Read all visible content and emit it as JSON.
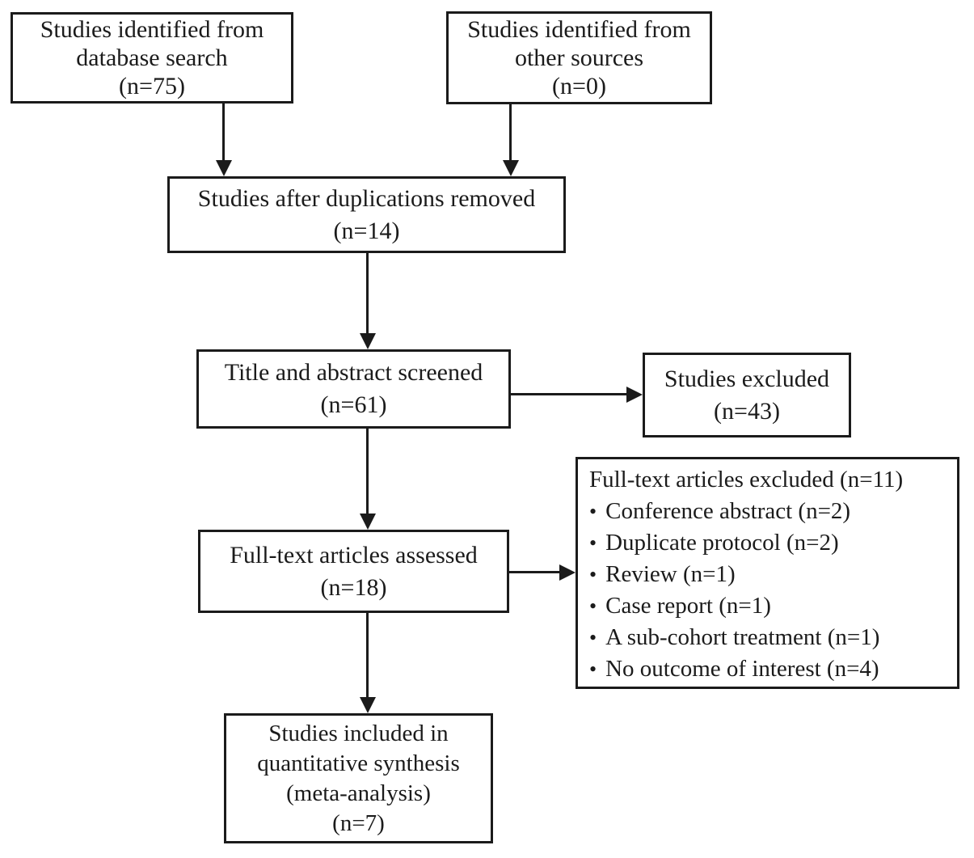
{
  "flowchart": {
    "background_color": "#ffffff",
    "line_color": "#1b1b1b",
    "bullet_glyph": "•",
    "boxes": {
      "db_search": {
        "lines": [
          "Studies identified from",
          "database search",
          "(n=75)"
        ]
      },
      "other_sources": {
        "lines": [
          "Studies identified from",
          "other sources",
          "(n=0)"
        ]
      },
      "after_dedup": {
        "lines": [
          "Studies after duplications removed",
          "(n=14)"
        ]
      },
      "screened": {
        "lines": [
          "Title and abstract screened",
          "(n=61)"
        ]
      },
      "studies_excluded": {
        "lines": [
          "Studies excluded",
          "(n=43)"
        ]
      },
      "fulltext_assessed": {
        "lines": [
          "Full-text articles assessed",
          "(n=18)"
        ]
      },
      "fulltext_excluded": {
        "title": "Full-text articles excluded (n=11)",
        "items": [
          "Conference abstract (n=2)",
          "Duplicate protocol (n=2)",
          "Review (n=1)",
          "Case report (n=1)",
          "A sub-cohort treatment (n=1)",
          "No outcome of interest (n=4)"
        ]
      },
      "included": {
        "lines": [
          "Studies included in",
          "quantitative synthesis",
          "(meta-analysis)",
          "(n=7)"
        ]
      }
    }
  }
}
